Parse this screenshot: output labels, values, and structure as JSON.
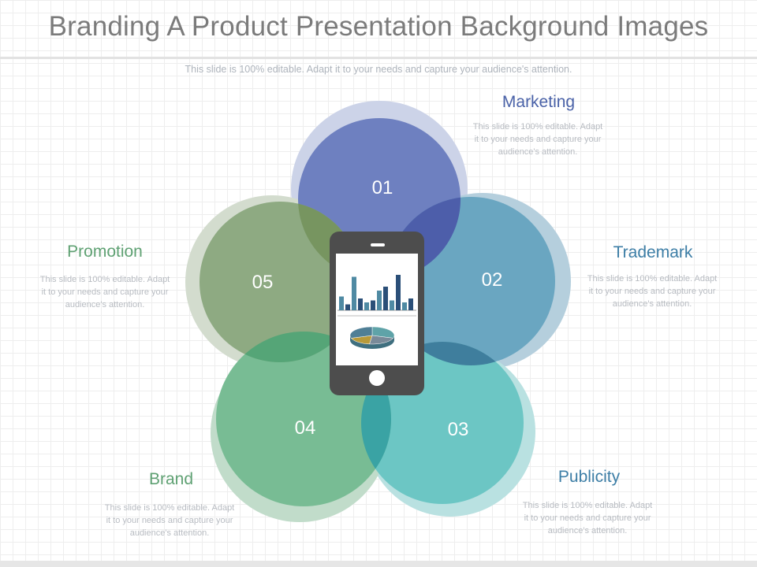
{
  "title": "Branding A Product Presentation Background Images",
  "subtitle": "This slide is 100% editable. Adapt it to your needs and capture your audience's attention.",
  "colors": {
    "marketing": "#6e80c0",
    "trademark": "#6aa6c1",
    "publicity": "#6cc6c4",
    "brand": "#78bc94",
    "promotion": "#8eaa82",
    "phone": "#4d4d4d",
    "label_blue": "#4a62a8",
    "label_teal": "#3d7ea6",
    "label_green": "#5fa173"
  },
  "items": [
    {
      "num": "01",
      "label": "Marketing",
      "desc": "This slide is 100% editable. Adapt it to your needs and capture your audience's attention."
    },
    {
      "num": "02",
      "label": "Trademark",
      "desc": "This slide is 100% editable. Adapt it to your needs and capture your audience's attention."
    },
    {
      "num": "03",
      "label": "Publicity",
      "desc": "This slide is 100% editable. Adapt it to your needs and capture your audience's attention."
    },
    {
      "num": "04",
      "label": "Brand",
      "desc": "This slide is 100% editable. Adapt it to your needs and capture your audience's attention."
    },
    {
      "num": "05",
      "label": "Promotion",
      "desc": "This slide is 100% editable. Adapt it to your needs and capture your audience's attention."
    }
  ],
  "phone_bar_chart": [
    0.35,
    0.15,
    0.85,
    0.3,
    0.2,
    0.25,
    0.5,
    0.6,
    0.25,
    0.9,
    0.2,
    0.3
  ],
  "phone_pie_chart": [
    0.3,
    0.22,
    0.18,
    0.3
  ]
}
